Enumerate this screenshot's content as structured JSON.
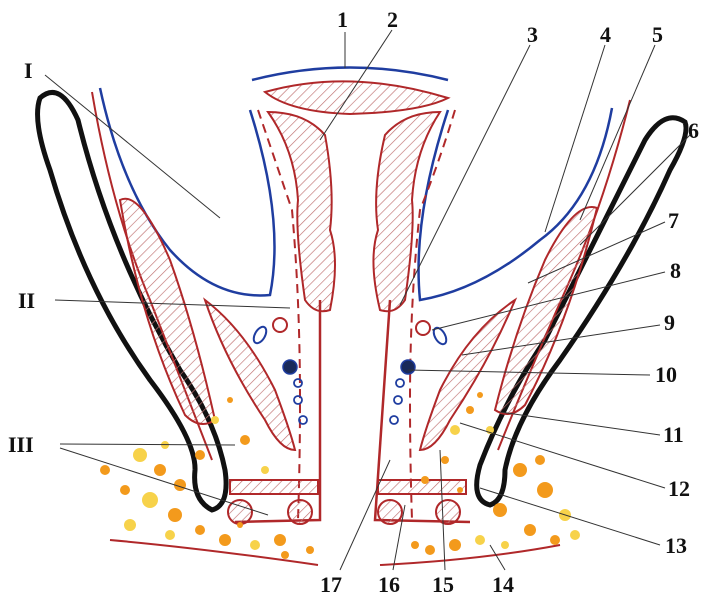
{
  "colors": {
    "muscle_outline": "#b0282a",
    "hatch": "#c07070",
    "peritoneum": "#1f3da0",
    "skin": "#111111",
    "fat_fill": "#f39a1c",
    "fat_light": "#f7d24a",
    "vein_fill": "#1a2a5a",
    "label": "#111111"
  },
  "labels": {
    "arabic": [
      "1",
      "2",
      "3",
      "4",
      "5",
      "6",
      "7",
      "8",
      "9",
      "10",
      "11",
      "12",
      "13",
      "14",
      "15",
      "16",
      "17"
    ],
    "roman": [
      "I",
      "II",
      "III"
    ]
  }
}
